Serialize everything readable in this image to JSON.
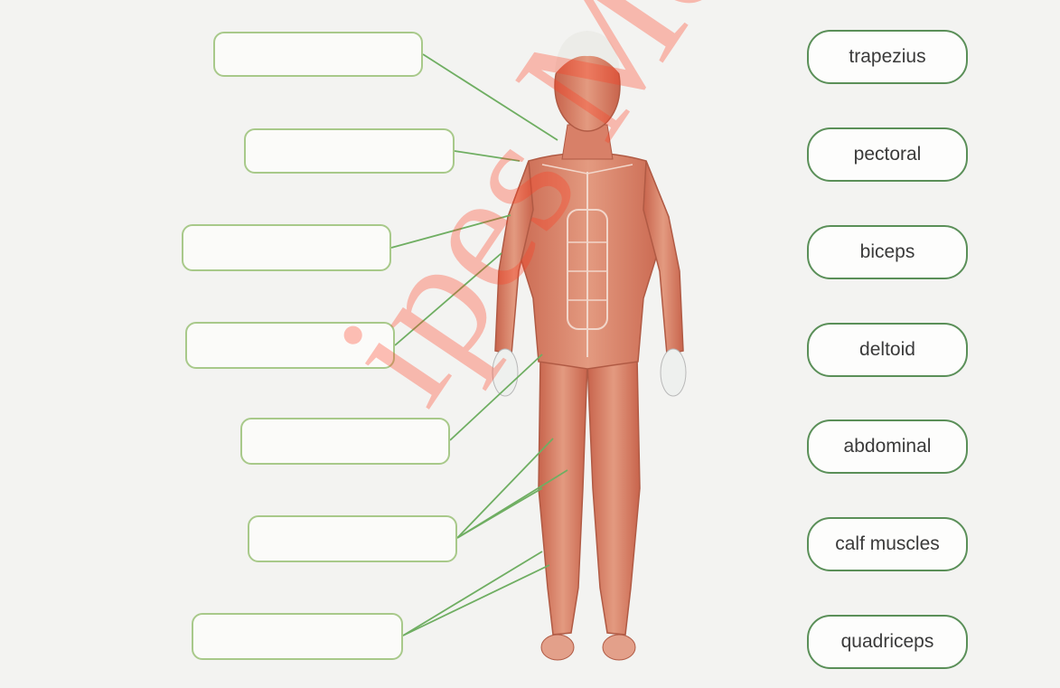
{
  "answer_boxes": [
    {
      "value": ""
    },
    {
      "value": ""
    },
    {
      "value": ""
    },
    {
      "value": ""
    },
    {
      "value": ""
    },
    {
      "value": ""
    },
    {
      "value": ""
    }
  ],
  "word_bank": [
    "trapezius",
    "pectoral",
    "biceps",
    "deltoid",
    "abdominal",
    "calf muscles",
    "quadriceps"
  ],
  "watermark": "ipes Mora",
  "colors": {
    "answer_box_border": "#a8c98a",
    "word_box_border": "#5a8f58",
    "leader_line": "#6fae62",
    "watermark": "#ff3c1e",
    "muscle": "#d9826a"
  }
}
